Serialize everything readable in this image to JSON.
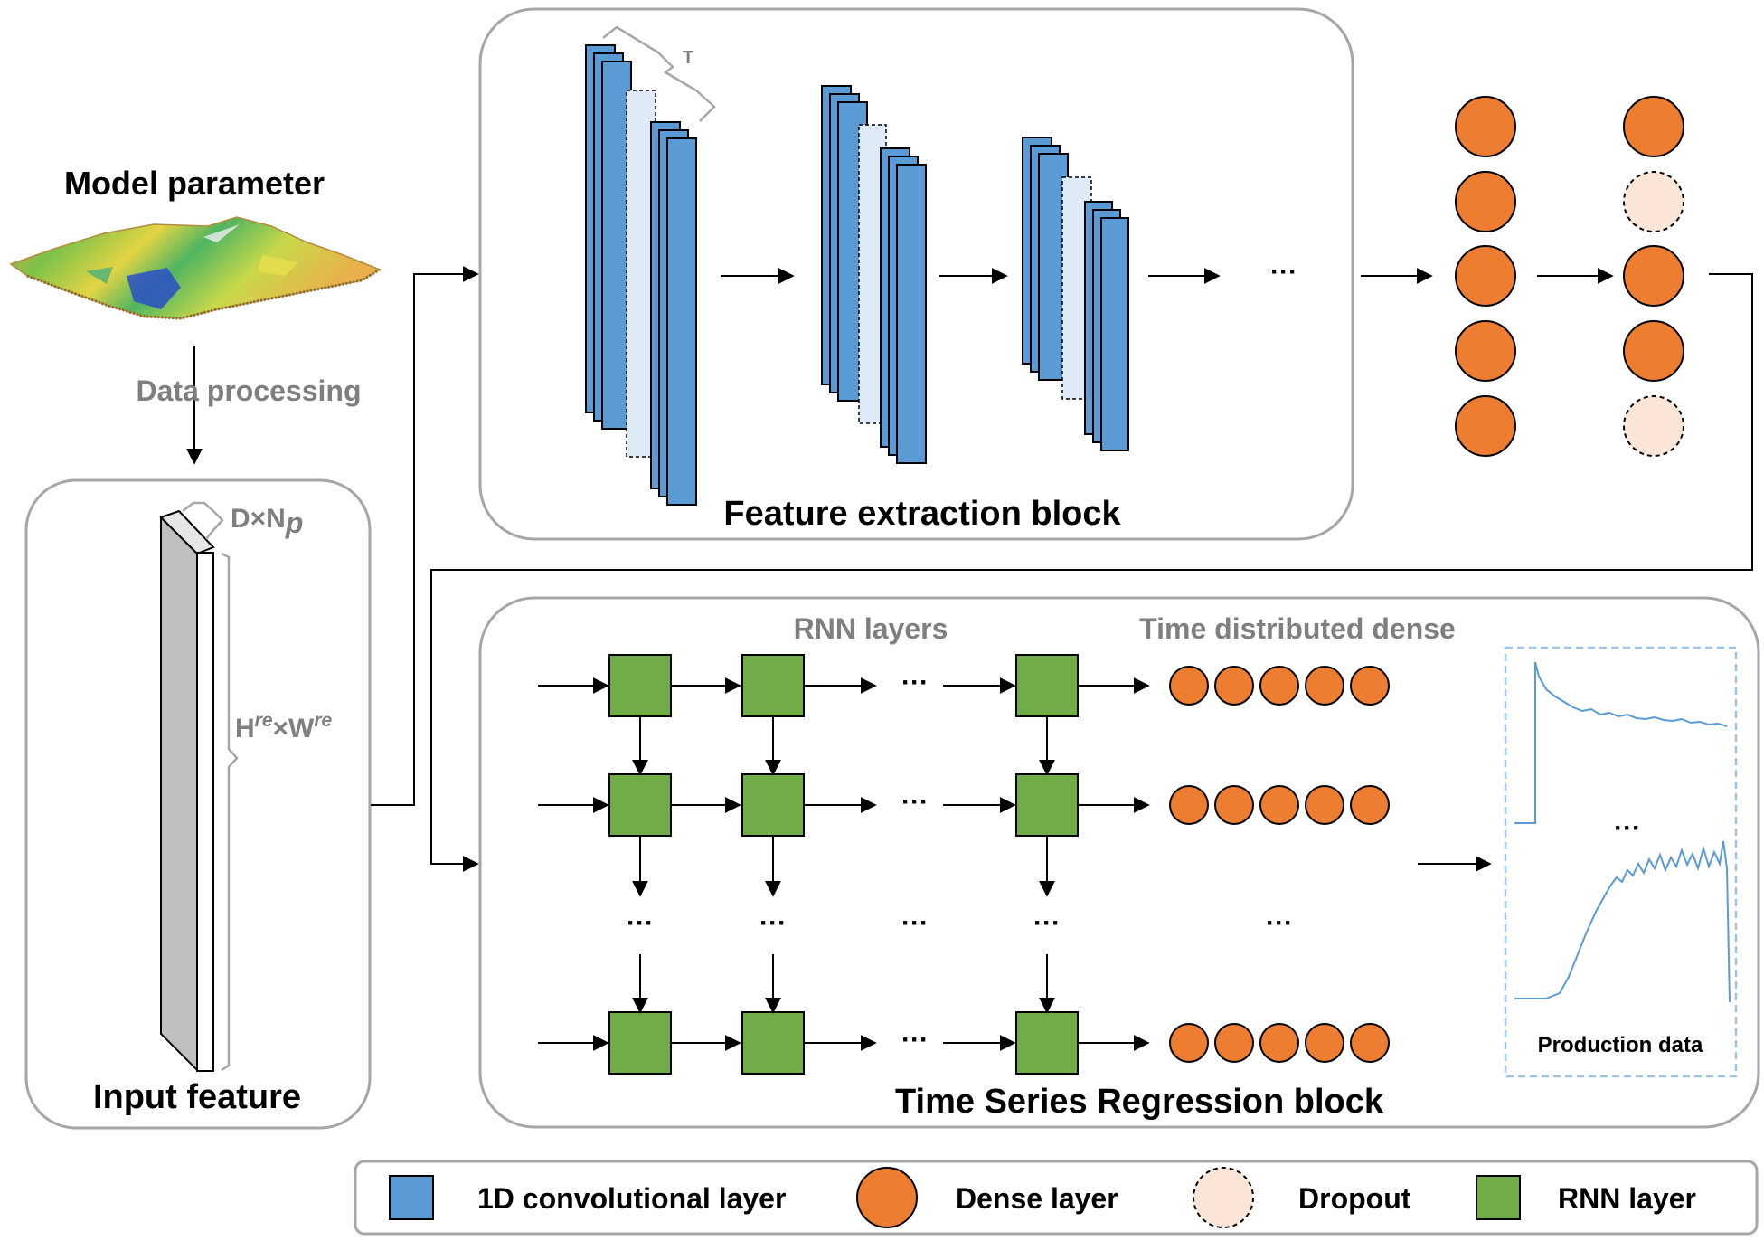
{
  "labels": {
    "model_parameter": "Model parameter",
    "data_processing": "Data processing",
    "input_feature": "Input feature",
    "dim_depth_main": "D×N",
    "dim_depth_sub": "p",
    "dim_h": "H",
    "dim_re": "re",
    "dim_times": "×W",
    "dim_t": "T",
    "feature_block": "Feature extraction block",
    "ts_block": "Time Series Regression block",
    "rnn_layers": "RNN layers",
    "time_distributed": "Time distributed dense",
    "production_data": "Production data",
    "ellipsis": "···"
  },
  "legend": {
    "items": [
      {
        "label": "1D convolutional layer",
        "shape": "blue-square"
      },
      {
        "label": "Dense layer",
        "shape": "orange-circle"
      },
      {
        "label": "Dropout",
        "shape": "dropout-circle"
      },
      {
        "label": "RNN layer",
        "shape": "green-square"
      }
    ]
  },
  "colors": {
    "conv": "#5b9bd5",
    "conv_light": "#deebf7",
    "dense": "#ed7d31",
    "dropout": "#fbe5d6",
    "rnn": "#70ad47",
    "panel_border": "#a6a6a6",
    "grey_text": "#7f7f7f",
    "chart_line": "#5b9bd5"
  }
}
